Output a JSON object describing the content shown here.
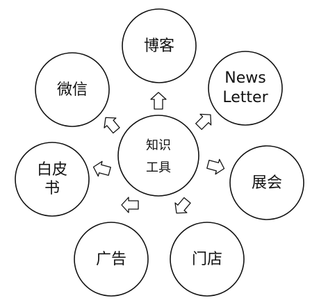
{
  "center": {
    "lines": [
      "知识",
      "工具"
    ]
  },
  "nodes": [
    {
      "id": "blog",
      "lines": [
        "博客"
      ]
    },
    {
      "id": "newsletter",
      "lines": [
        "News",
        "Letter"
      ]
    },
    {
      "id": "exhibition",
      "lines": [
        "展会"
      ]
    },
    {
      "id": "store",
      "lines": [
        "门店"
      ]
    },
    {
      "id": "ad",
      "lines": [
        "广告"
      ]
    },
    {
      "id": "whitepaper",
      "lines": [
        "白皮",
        "书"
      ]
    },
    {
      "id": "wechat",
      "lines": [
        "微信"
      ]
    }
  ],
  "colors": {
    "stroke": "#111111",
    "fill": "#ffffff",
    "text": "#111111"
  }
}
